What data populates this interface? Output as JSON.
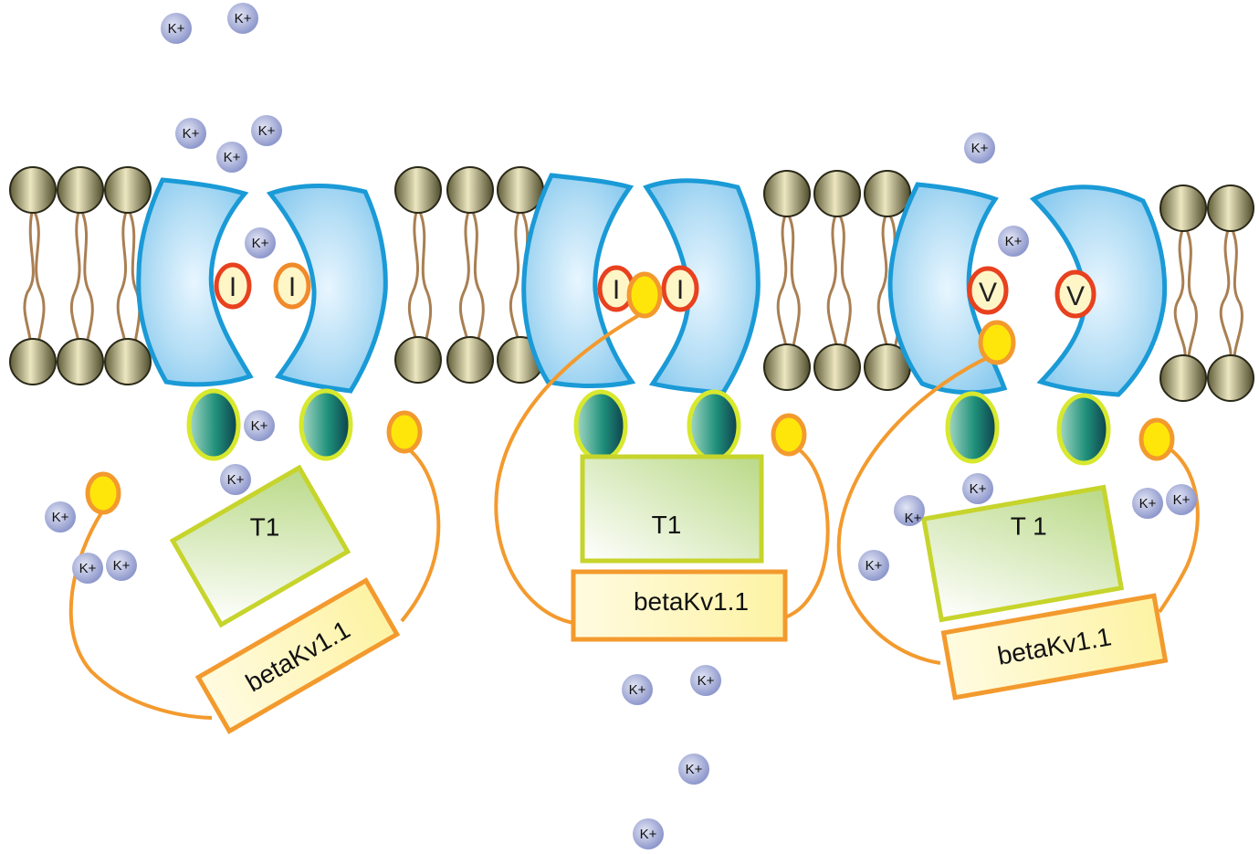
{
  "colors": {
    "channel_fill": "#a9d6f2",
    "channel_stroke": "#1a9ad6",
    "lipid_head_light": "#e7e1b6",
    "lipid_head_dark": "#5c5a37",
    "lipid_tail": "#a97f52",
    "t1_fill": "#cfe5b0",
    "t1_stroke": "#c6d42c",
    "beta_fill": "#fff6c0",
    "beta_stroke": "#f39a2e",
    "ball_fill": "#ffe60a",
    "ball_stroke": "#f39a2e",
    "chain_stroke": "#f39a2e",
    "residue_stroke": "#e8411f",
    "residue_fill": "#fff6c8",
    "oval_fill": "#1e8f7a",
    "oval_stroke": "#d7e82e",
    "ion_fill": "#aab3db"
  },
  "ion_label": "K+",
  "channels": [
    {
      "id": "left",
      "residues": [
        "I",
        "I"
      ],
      "t1_label": "T1",
      "beta_label": "betaKv1.1"
    },
    {
      "id": "middle",
      "residues": [
        "I",
        "I"
      ],
      "t1_label": "T1",
      "beta_label": "betaKv1.1"
    },
    {
      "id": "right",
      "residues": [
        "V",
        "V"
      ],
      "t1_label": "T 1",
      "beta_label": "betaKv1.1"
    }
  ]
}
